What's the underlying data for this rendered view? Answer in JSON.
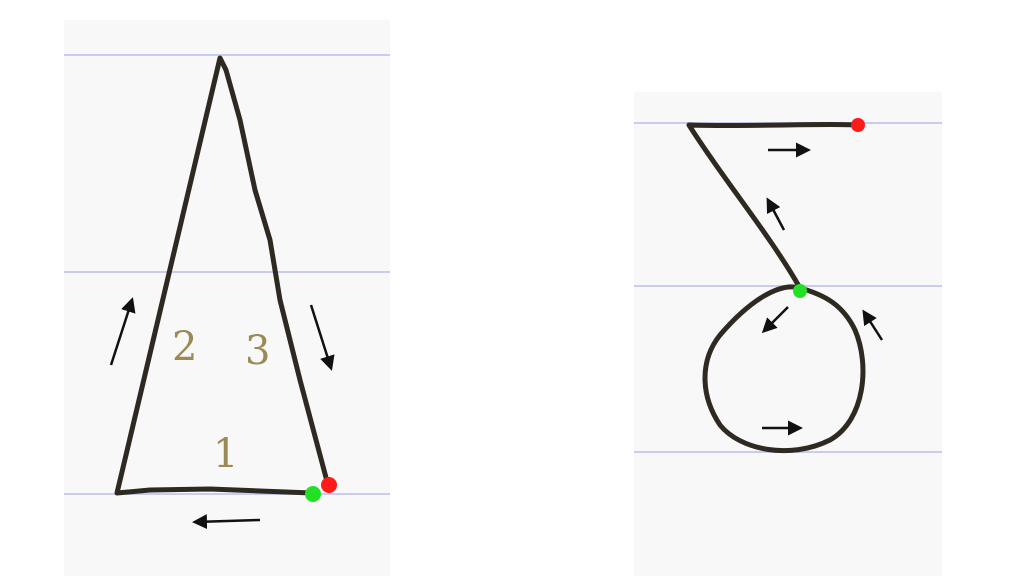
{
  "colors": {
    "page_background": "#ffffff",
    "panel_background": "#f8f8f8",
    "ruled_line": "#c9cbef",
    "letter_stroke": "#2e2a22",
    "start_dot": "#22e024",
    "end_dot": "#ff1a1a",
    "arrow": "#111111",
    "numeral": "#9a8a55"
  },
  "left_panel": {
    "letter_shape": "triangle",
    "stroke_numbers": [
      "1",
      "2",
      "3"
    ],
    "arrows": [
      {
        "name": "arrow-up-left-side",
        "direction": "up"
      },
      {
        "name": "arrow-down-right-side",
        "direction": "down"
      },
      {
        "name": "arrow-left-bottom",
        "direction": "left"
      }
    ]
  },
  "right_panel": {
    "letter_shape": "looped-stroke",
    "arrows": [
      {
        "name": "arrow-right-top",
        "direction": "right"
      },
      {
        "name": "arrow-up-diagonal",
        "direction": "up-left"
      },
      {
        "name": "arrow-down-left-loop",
        "direction": "down-left"
      },
      {
        "name": "arrow-up-right-loop",
        "direction": "up-left"
      },
      {
        "name": "arrow-right-bottom",
        "direction": "right"
      }
    ]
  }
}
